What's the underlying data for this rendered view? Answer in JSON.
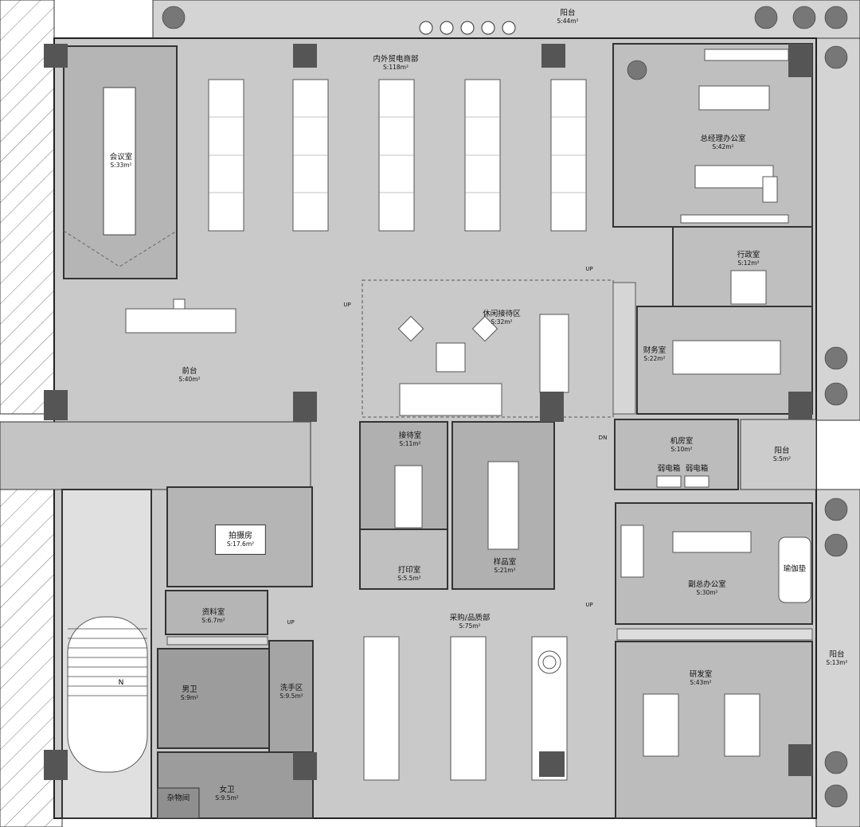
{
  "rooms": {
    "balcony_top": {
      "name": "阳台",
      "area": "S:44m²"
    },
    "trade_dept": {
      "name": "内外贸电商部",
      "area": "S:118m²"
    },
    "meeting": {
      "name": "会议室",
      "area": "S:33m²"
    },
    "gm_office": {
      "name": "总经理办公室",
      "area": "S:42m²"
    },
    "admin": {
      "name": "行政室",
      "area": "S:12m²"
    },
    "finance": {
      "name": "财务室",
      "area": "S:22m²"
    },
    "lounge": {
      "name": "休闲接待区",
      "area": "S:32m²"
    },
    "reception": {
      "name": "前台",
      "area": "S:40m²"
    },
    "guest": {
      "name": "接待室",
      "area": "S:11m²"
    },
    "server": {
      "name": "机房室",
      "area": "S:10m²"
    },
    "balcony_small": {
      "name": "阳台",
      "area": "S:5m²"
    },
    "photo": {
      "name": "拍摄房",
      "area": "S:17.6m²"
    },
    "print": {
      "name": "打印室",
      "area": "S:5.5m²"
    },
    "sample": {
      "name": "样品室",
      "area": "S:21m²"
    },
    "vp_office": {
      "name": "副总办公室",
      "area": "S:30m²"
    },
    "archive": {
      "name": "资料室",
      "area": "S:6.7m²"
    },
    "purchase": {
      "name": "采购/品质部",
      "area": "S:75m²"
    },
    "mens_wc": {
      "name": "男卫",
      "area": "S:9m²"
    },
    "washroom": {
      "name": "洗手区",
      "area": "S:9.5m²"
    },
    "rnd": {
      "name": "研发室",
      "area": "S:43m²"
    },
    "balcony_right": {
      "name": "阳台",
      "area": "S:13m²"
    },
    "womens_wc": {
      "name": "女卫",
      "area": "S:9.5m²"
    },
    "storage": {
      "name": "杂物间"
    }
  },
  "fixtures": {
    "weak_box_1": "弱电箱",
    "weak_box_2": "弱电箱",
    "yoga_mat": "瑜伽垫"
  },
  "marks": {
    "up": "UP",
    "dn": "DN",
    "north": "N"
  },
  "colors": {
    "floor": "#c9c9c9",
    "room_fill": "#b9b9b9",
    "dark_room": "#9a9a9a",
    "column": "#555555",
    "wall": "#3a3a3a",
    "furniture": "#ffffff",
    "hatch": "#777777"
  }
}
